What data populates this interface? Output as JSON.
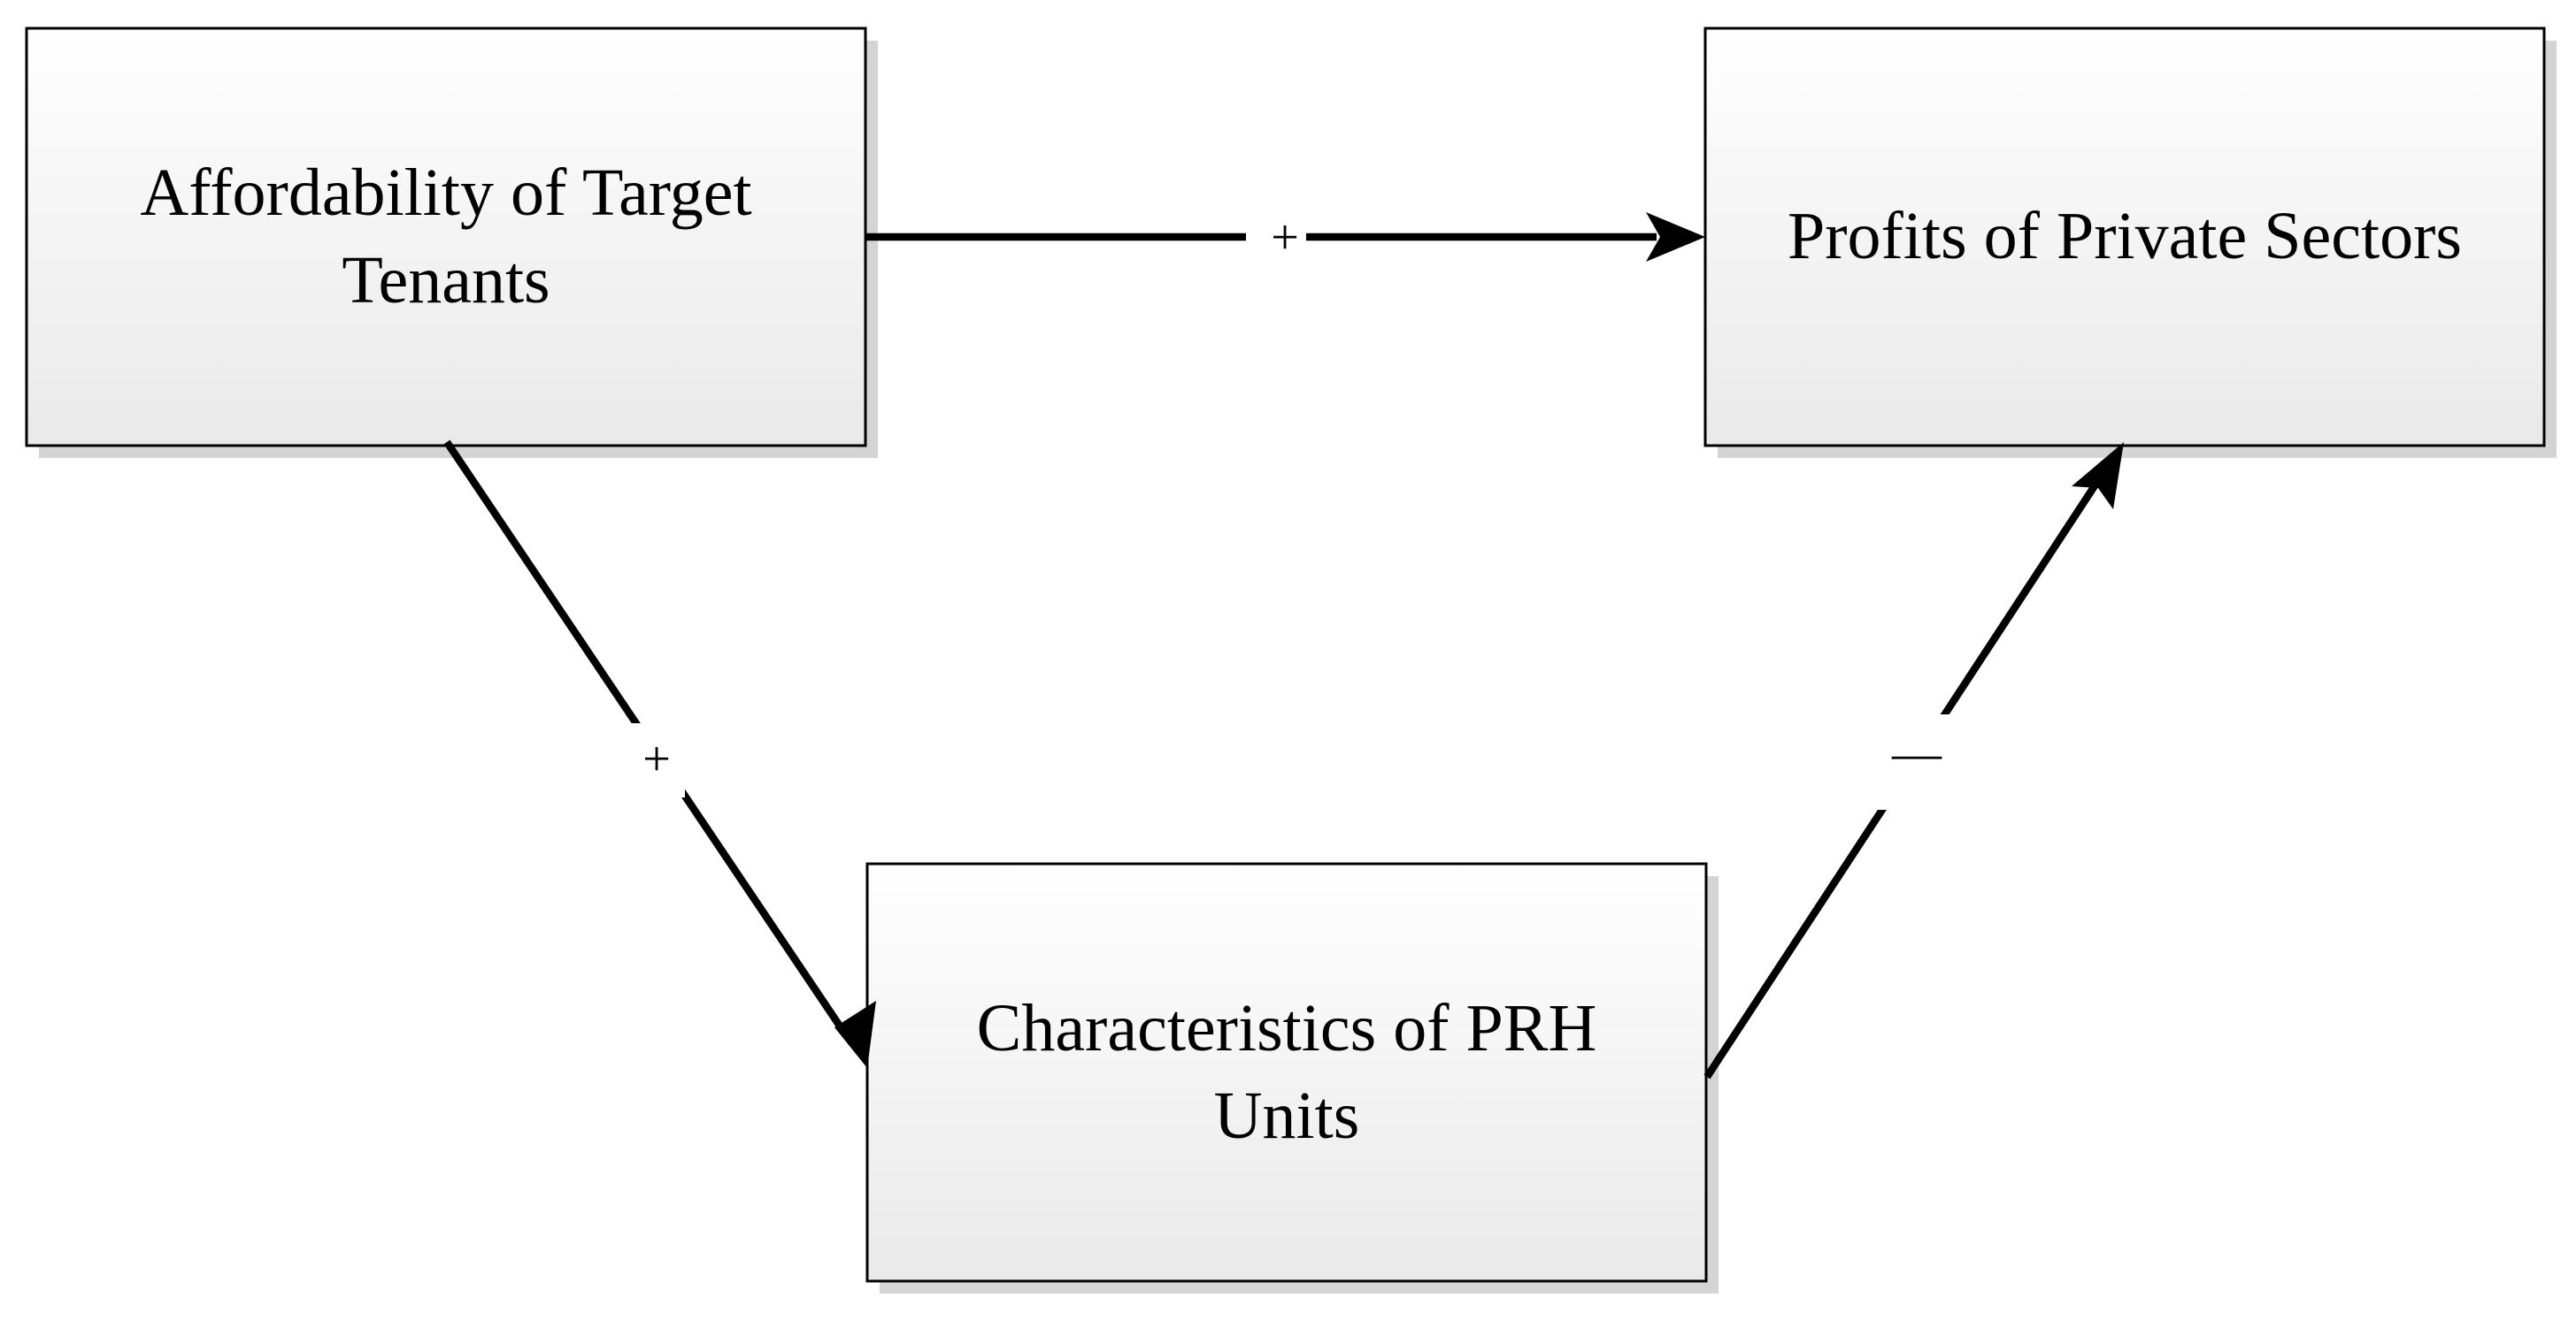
{
  "nodes": {
    "affordability": {
      "lines": [
        "Affordability of Target",
        "Tenants"
      ]
    },
    "profits": {
      "lines": [
        "Profits of Private Sectors"
      ]
    },
    "characteristics": {
      "lines": [
        "Characteristics of PRH",
        "Units"
      ]
    }
  },
  "edges": {
    "affordability_to_profits": {
      "sign": "+"
    },
    "affordability_to_characteristics": {
      "sign": "+"
    },
    "characteristics_to_profits": {
      "sign": "—"
    }
  },
  "colors": {
    "box_fill_top": "#ffffff",
    "box_fill_bottom": "#e9e9e9",
    "box_shadow": "#d4d4d4",
    "stroke": "#000000",
    "background": "#ffffff"
  }
}
